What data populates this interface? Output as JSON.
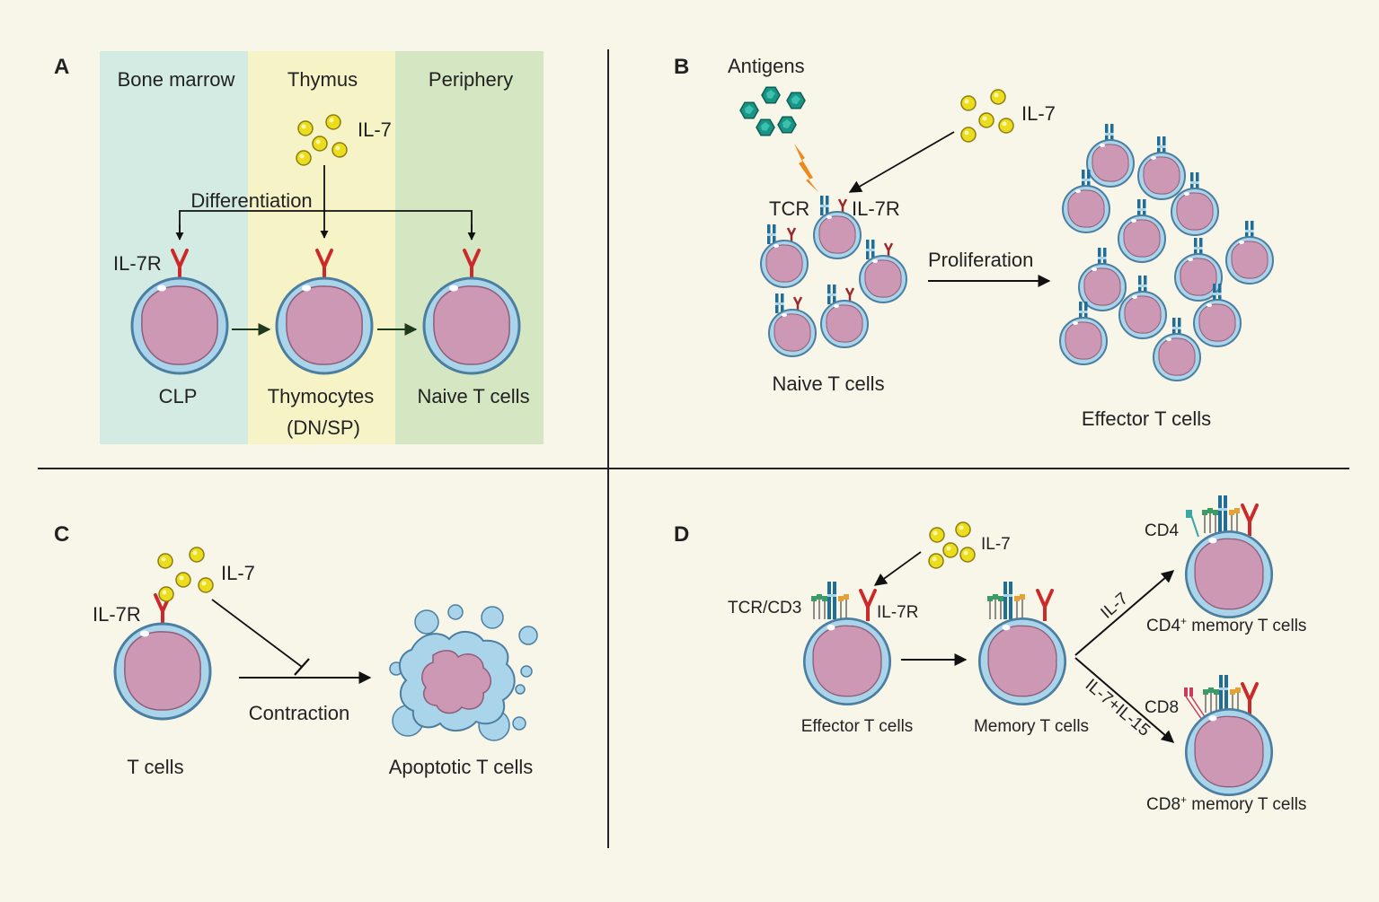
{
  "panels": {
    "A": {
      "letter": "A",
      "zones": [
        "Bone marrow",
        "Thymus",
        "Periphery"
      ],
      "il7": "IL-7",
      "il7r": "IL-7R",
      "differentiation": "Differentiation",
      "cells": [
        "CLP",
        "Thymocytes",
        "(DN/SP)",
        "Naive T cells"
      ]
    },
    "B": {
      "letter": "B",
      "antigens": "Antigens",
      "il7": "IL-7",
      "tcr": "TCR",
      "il7r": "IL-7R",
      "naive": "Naive T cells",
      "proliferation": "Proliferation",
      "effector": "Effector T cells"
    },
    "C": {
      "letter": "C",
      "il7": "IL-7",
      "il7r": "IL-7R",
      "contraction": "Contraction",
      "tcells": "T cells",
      "apoptotic": "Apoptotic T cells"
    },
    "D": {
      "letter": "D",
      "il7": "IL-7",
      "tcr_cd3": "TCR/CD3",
      "il7r": "IL-7R",
      "effector": "Effector T cells",
      "memory": "Memory T cells",
      "branch_il7": "IL-7",
      "branch_il7_il15": "IL-7+IL-15",
      "cd4": "CD4",
      "cd8": "CD8",
      "cd4_prefix": "CD4",
      "cd8_prefix": "CD8",
      "superscript": "+",
      "memory_suffix": " memory T cells"
    }
  },
  "colors": {
    "background": "#f7f6e9",
    "bone_marrow": "#d3ebe3",
    "thymus": "#f6f4c6",
    "periphery": "#d5e6c3",
    "cell_membrane": "#a9d4ea",
    "nucleus": "#cc98b4",
    "receptor_red": "#cc2a2a",
    "tcr_blue": "#1f6e98",
    "antigen": "#1a9485",
    "cytokine": "#ecdc1e",
    "lightning": "#ee8a1c"
  }
}
